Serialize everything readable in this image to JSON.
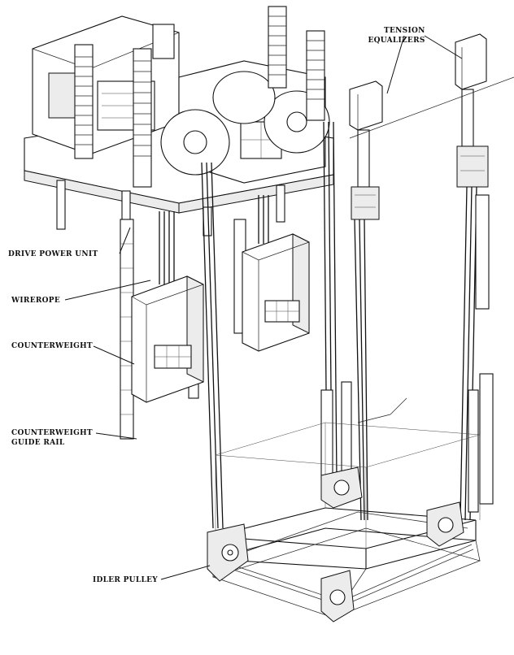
{
  "labels": {
    "tension_equalizers_line1": "TENSION",
    "tension_equalizers_line2": "EQUALIZERS",
    "drive_power_unit": "DRIVE POWER UNIT",
    "wirerope": "WIREROPE",
    "counterweight": "COUNTERWEIGHT",
    "counterweight_guide_rail_line1": "COUNTERWEIGHT",
    "counterweight_guide_rail_line2": "GUIDE RAIL",
    "idler_pulley": "IDLER PULLEY"
  }
}
